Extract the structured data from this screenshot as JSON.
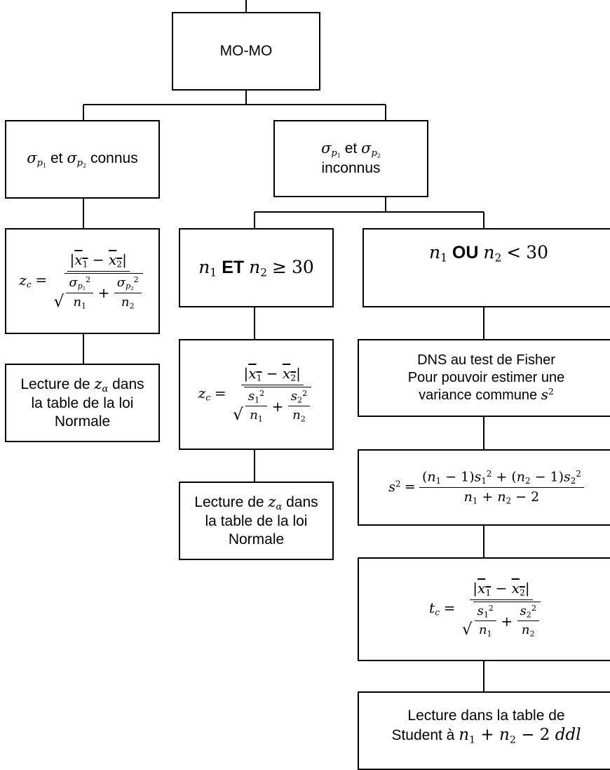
{
  "nodes": {
    "root": "MO-MO",
    "known_et": "et",
    "known_connus": "connus",
    "unknown_et": "et",
    "unknown_inconnus": "inconnus",
    "large_et": "ET",
    "large_value": "30",
    "small_ou": "OU",
    "small_value": "30",
    "fisher_line1": "DNS au test de Fisher",
    "fisher_line2": "Pour pouvoir estimer une",
    "fisher_line3": "variance commune",
    "lecture_left_pre": "Lecture de",
    "lecture_left_post": "dans",
    "lecture_left_line2": "la table de la loi",
    "lecture_left_line3": "Normale",
    "lecture_mid_pre": "Lecture de",
    "lecture_mid_post": "dans",
    "lecture_mid_line2": "la table de la loi",
    "lecture_mid_line3": "Normale",
    "student_line1": "Lecture dans la table de",
    "student_line2_pre": "Student à",
    "student_ddl": "ddl"
  }
}
